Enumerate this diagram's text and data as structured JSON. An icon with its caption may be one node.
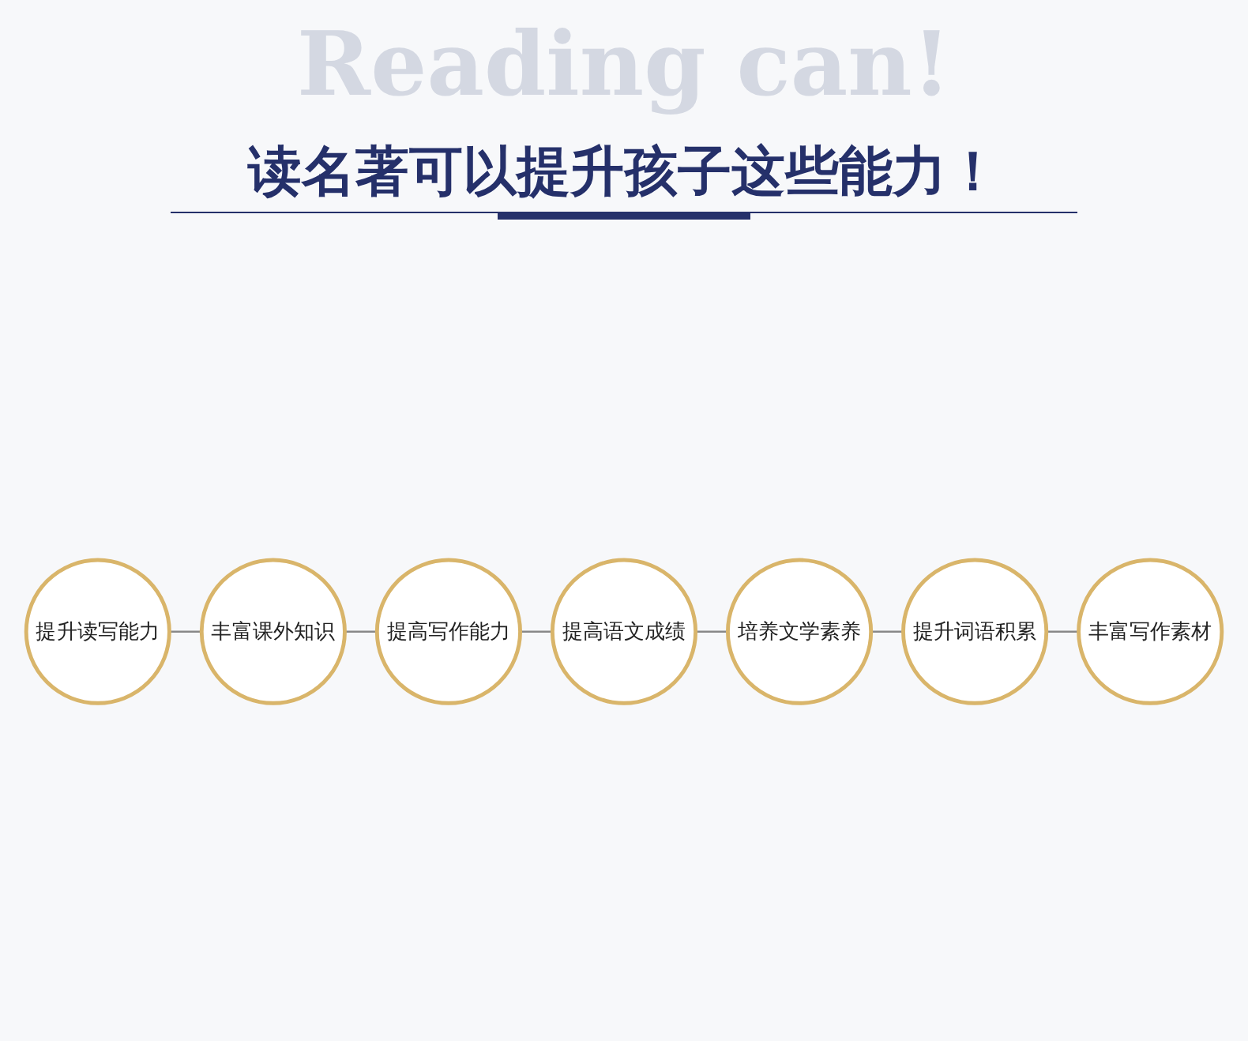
{
  "diagram": {
    "title": "读名著可以提升孩子这些能力！",
    "nodes": [
      {
        "text": [
          "提升读写能力"
        ]
      },
      {
        "text": [
          "丰富课外知识"
        ]
      },
      {
        "text": [
          "提高写作能力"
        ]
      },
      {
        "text": [
          "提高语文成绩"
        ]
      },
      {
        "text": [
          "培养文学素养"
        ]
      },
      {
        "text": [
          "提升词语积累"
        ]
      },
      {
        "text": [
          "丰富写作素材"
        ]
      }
    ],
    "edges": [
      {
        "from": 0,
        "to": 1,
        "arrow": "none"
      },
      {
        "from": 1,
        "to": 2,
        "arrow": "none"
      },
      {
        "from": 2,
        "to": 3,
        "arrow": "none"
      },
      {
        "from": 3,
        "to": 4,
        "arrow": "none"
      },
      {
        "from": 4,
        "to": 5,
        "arrow": "none"
      },
      {
        "from": 5,
        "to": 6,
        "arrow": "none"
      }
    ],
    "labels": [
      "Reading can!"
    ]
  }
}
